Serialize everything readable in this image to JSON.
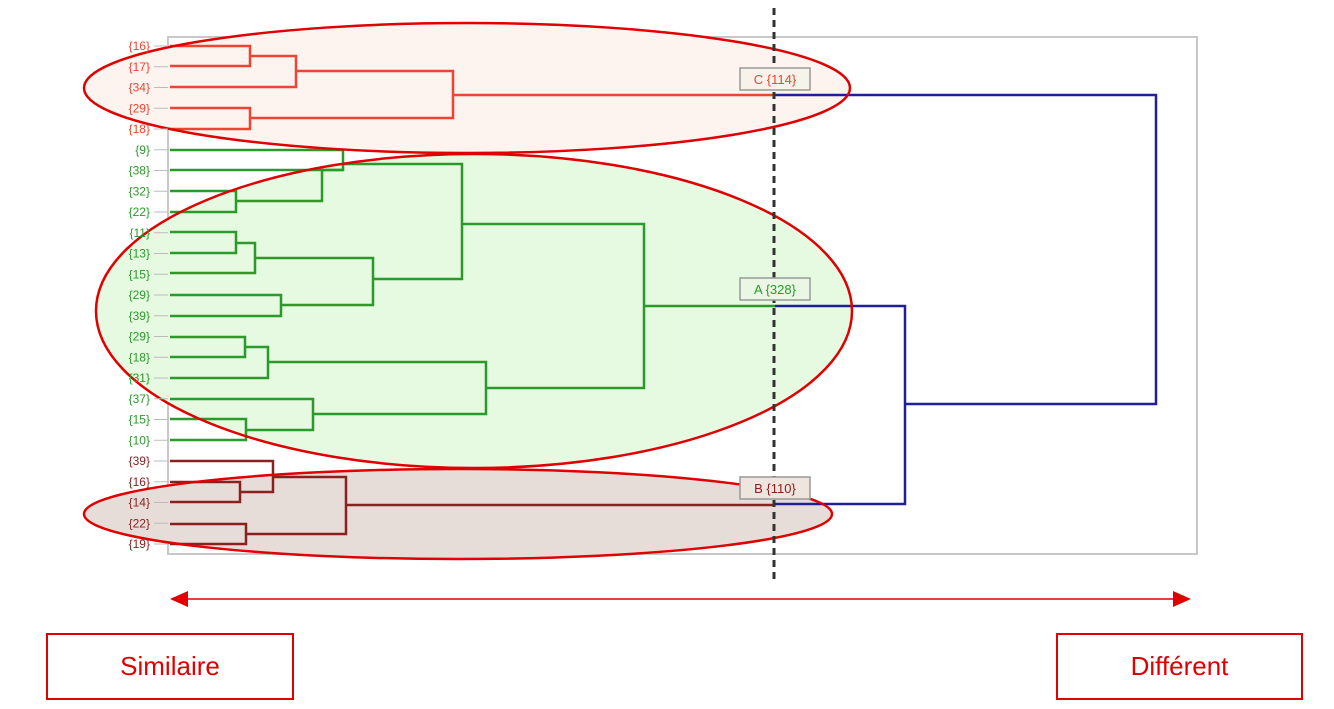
{
  "colors": {
    "cluster_c": "#ee4433",
    "cluster_a": "#2a9a2a",
    "cluster_b": "#8a2020",
    "root": "#1f1f9a",
    "highlight": "#e00000"
  },
  "clusters": [
    {
      "id": "C",
      "label": "C {114}",
      "leaves": [
        "{16}",
        "{17}",
        "{34}",
        "{29}",
        "{18}"
      ]
    },
    {
      "id": "A",
      "label": "A {328}",
      "leaves": [
        "{9}",
        "{38}",
        "{32}",
        "{22}",
        "{11}",
        "{13}",
        "{15}",
        "{29}",
        "{39}",
        "{29}",
        "{18}",
        "{31}",
        "{37}",
        "{15}",
        "{10}"
      ]
    },
    {
      "id": "B",
      "label": "B {110}",
      "leaves": [
        "{39}",
        "{16}",
        "{14}",
        "{22}",
        "{19}"
      ]
    }
  ],
  "scale": {
    "left_label": "Similaire",
    "right_label": "Différent"
  }
}
